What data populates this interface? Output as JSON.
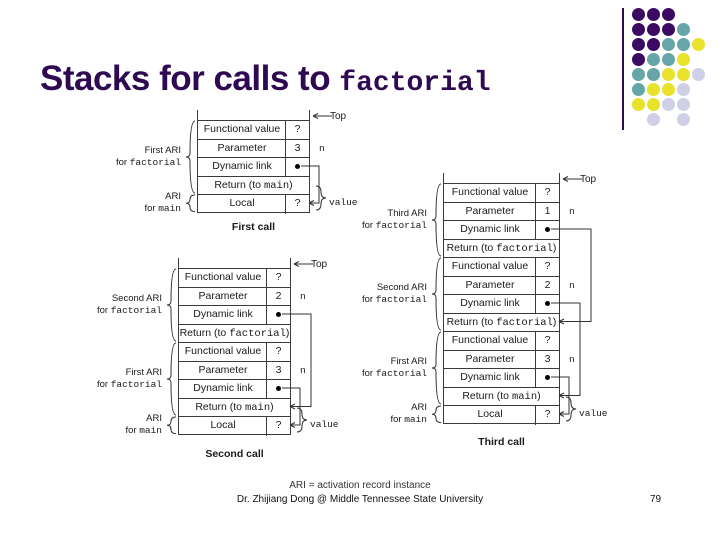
{
  "title": {
    "prefix": "Stacks for calls to ",
    "mono": "factorial"
  },
  "colors": {
    "title": "#2d0a52",
    "dot_purple": "#3b0a63",
    "dot_teal": "#66a5a8",
    "dot_yellow": "#e8e22a",
    "dot_lavender": "#cfcfe8"
  },
  "logo": {
    "name": "decorative-dot-grid",
    "rows": [
      [
        "purple",
        "purple",
        "purple",
        "none",
        "none"
      ],
      [
        "purple",
        "purple",
        "purple",
        "teal",
        "none"
      ],
      [
        "purple",
        "purple",
        "teal",
        "teal",
        "yellow"
      ],
      [
        "purple",
        "teal",
        "teal",
        "yellow",
        "none"
      ],
      [
        "teal",
        "teal",
        "yellow",
        "yellow",
        "lavender"
      ],
      [
        "teal",
        "yellow",
        "yellow",
        "lavender",
        "none"
      ],
      [
        "yellow",
        "yellow",
        "lavender",
        "lavender",
        "none"
      ],
      [
        "none",
        "lavender",
        "none",
        "lavender",
        "none"
      ]
    ]
  },
  "labels": {
    "top": "Top",
    "n": "n",
    "value": "value",
    "functional_value": "Functional value",
    "parameter": "Parameter",
    "dynamic_link": "Dynamic link",
    "return_to_main": "Return (to main)",
    "return_to_factorial_pre": "Return (to ",
    "return_to_factorial_mono": "factorial",
    "return_to_factorial_post": ")",
    "local": "Local",
    "q": "?",
    "ari_first": "First ARI",
    "ari_second": "Second ARI",
    "ari_third": "Third ARI",
    "ari_plain": "ARI",
    "for_factorial_pre": "for ",
    "for_factorial_mono": "factorial",
    "for_main_pre": "for ",
    "for_main_mono": "main"
  },
  "figures": [
    {
      "name": "first-call",
      "caption": "First call",
      "rows": [
        {
          "label": "Functional value",
          "value": "?",
          "kind": "split"
        },
        {
          "label": "Parameter",
          "value": "3",
          "kind": "split",
          "right": "n"
        },
        {
          "label": "Dynamic link",
          "value": "dot",
          "kind": "split"
        },
        {
          "label": "Return (to main)",
          "value": "",
          "kind": "full"
        },
        {
          "label": "Local",
          "value": "?",
          "kind": "split"
        }
      ],
      "brackets": [
        {
          "label_line1": "First ARI",
          "label_line2": "for factorial",
          "from_row": 0,
          "to_row": 3
        },
        {
          "label_line1": "ARI",
          "label_line2": "for main",
          "from_row": 4,
          "to_row": 4
        }
      ]
    },
    {
      "name": "second-call",
      "caption": "Second call",
      "rows": [
        {
          "label": "Functional value",
          "value": "?",
          "kind": "split"
        },
        {
          "label": "Parameter",
          "value": "2",
          "kind": "split",
          "right": "n"
        },
        {
          "label": "Dynamic link",
          "value": "dot",
          "kind": "split"
        },
        {
          "label": "Return (to factorial)",
          "value": "",
          "kind": "full"
        },
        {
          "label": "Functional value",
          "value": "?",
          "kind": "split"
        },
        {
          "label": "Parameter",
          "value": "3",
          "kind": "split",
          "right": "n"
        },
        {
          "label": "Dynamic link",
          "value": "dot",
          "kind": "split"
        },
        {
          "label": "Return (to main)",
          "value": "",
          "kind": "full"
        },
        {
          "label": "Local",
          "value": "?",
          "kind": "split"
        }
      ],
      "brackets": [
        {
          "label_line1": "Second ARI",
          "label_line2": "for factorial",
          "from_row": 0,
          "to_row": 3
        },
        {
          "label_line1": "First ARI",
          "label_line2": "for factorial",
          "from_row": 4,
          "to_row": 7
        },
        {
          "label_line1": "ARI",
          "label_line2": "for main",
          "from_row": 8,
          "to_row": 8
        }
      ]
    },
    {
      "name": "third-call",
      "caption": "Third call",
      "rows": [
        {
          "label": "Functional value",
          "value": "?",
          "kind": "split"
        },
        {
          "label": "Parameter",
          "value": "1",
          "kind": "split",
          "right": "n"
        },
        {
          "label": "Dynamic link",
          "value": "dot",
          "kind": "split"
        },
        {
          "label": "Return (to factorial)",
          "value": "",
          "kind": "full"
        },
        {
          "label": "Functional value",
          "value": "?",
          "kind": "split"
        },
        {
          "label": "Parameter",
          "value": "2",
          "kind": "split",
          "right": "n"
        },
        {
          "label": "Dynamic link",
          "value": "dot",
          "kind": "split"
        },
        {
          "label": "Return (to factorial)",
          "value": "",
          "kind": "full"
        },
        {
          "label": "Functional value",
          "value": "?",
          "kind": "split"
        },
        {
          "label": "Parameter",
          "value": "3",
          "kind": "split",
          "right": "n"
        },
        {
          "label": "Dynamic link",
          "value": "dot",
          "kind": "split"
        },
        {
          "label": "Return (to main)",
          "value": "",
          "kind": "full"
        },
        {
          "label": "Local",
          "value": "?",
          "kind": "split"
        }
      ],
      "brackets": [
        {
          "label_line1": "Third ARI",
          "label_line2": "for factorial",
          "from_row": 0,
          "to_row": 3
        },
        {
          "label_line1": "Second ARI",
          "label_line2": "for factorial",
          "from_row": 4,
          "to_row": 7
        },
        {
          "label_line1": "First ARI",
          "label_line2": "for factorial",
          "from_row": 8,
          "to_row": 11
        },
        {
          "label_line1": "ARI",
          "label_line2": "for main",
          "from_row": 12,
          "to_row": 12
        }
      ]
    }
  ],
  "footer": {
    "ari_note": "ARI = activation record instance",
    "credit": "Dr. Zhijiang Dong @ Middle Tennessee State University",
    "page_number": "79"
  }
}
